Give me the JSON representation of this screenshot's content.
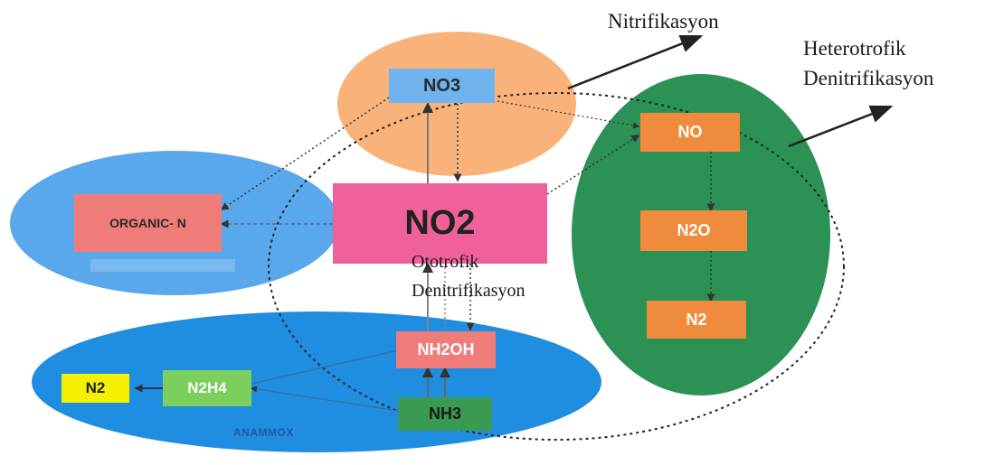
{
  "labels": {
    "nitrifikasyon": "Nitrifikasyon",
    "hetero_line1": "Heterotrofik",
    "hetero_line2": "Denitrifikasyon",
    "ototrofik_line1": "Ototrofik",
    "ototrofik_line2": "Denitrifikasyon",
    "anammox": "ANAMMOX"
  },
  "nodes": {
    "no3": "NO3",
    "no2": "NO2",
    "organic_n": "ORGANIC- N",
    "no": "NO",
    "n2o": "N2O",
    "n2_right": "N2",
    "nh2oh": "NH2OH",
    "nh3": "NH3",
    "n2h4": "N2H4",
    "n2_left": "N2"
  },
  "colors": {
    "orange_ellipse": "#f9b27a",
    "blue_ellipse": "#5aa8ec",
    "green_ellipse": "#2b9155",
    "bottom_ellipse": "#1f8de0",
    "pink_box": "#f0609a",
    "orange_box": "#f08a3c",
    "salmon_box": "#f07c7a",
    "light_blue_box": "#6fb4ee",
    "green_box": "#7ccf5c",
    "yellow_box": "#f4f000",
    "dark_green_box": "#3a9a52"
  }
}
